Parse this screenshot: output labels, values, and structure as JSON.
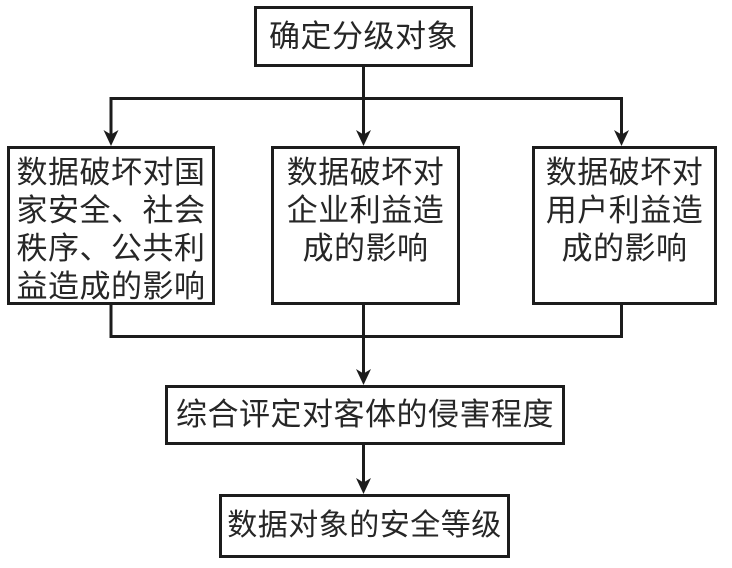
{
  "diagram": {
    "nodes": {
      "root": {
        "label": "确定分级对象"
      },
      "impact_national": {
        "label": "数据破坏对国\n家安全、社会\n秩序、公共利\n益造成的影响"
      },
      "impact_enterprise": {
        "label": "数据破坏对\n企业利益造\n成的影响"
      },
      "impact_user": {
        "label": "数据破坏对\n用户利益造\n成的影响"
      },
      "assessment": {
        "label": "综合评定对客体的侵害程度"
      },
      "result": {
        "label": "数据对象的安全等级"
      }
    },
    "edges": [
      {
        "from": "root",
        "to": "impact_national"
      },
      {
        "from": "root",
        "to": "impact_enterprise"
      },
      {
        "from": "root",
        "to": "impact_user"
      },
      {
        "from": "impact_national",
        "to": "assessment"
      },
      {
        "from": "impact_enterprise",
        "to": "assessment"
      },
      {
        "from": "impact_user",
        "to": "assessment"
      },
      {
        "from": "assessment",
        "to": "result"
      }
    ],
    "colors": {
      "line": "#1c1c1c",
      "text": "#262626",
      "background": "#ffffff"
    }
  }
}
